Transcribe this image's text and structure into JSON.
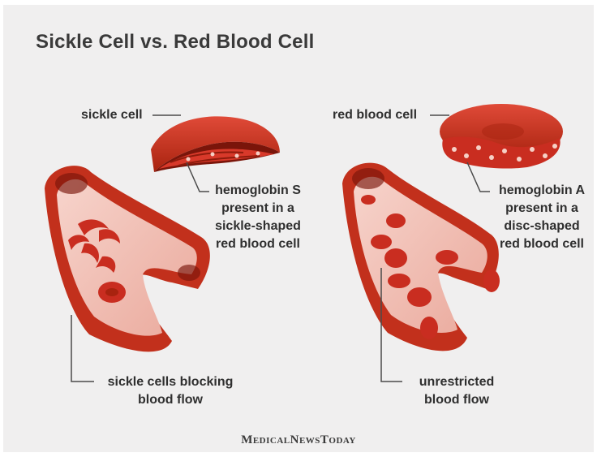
{
  "title": "Sickle Cell vs. Red Blood Cell",
  "left": {
    "cell_label": "sickle cell",
    "hb_line1": "hemoglobin S",
    "hb_line2": "present in a",
    "hb_line3": "sickle-shaped",
    "hb_line4": "red blood cell",
    "flow_line1": "sickle cells blocking",
    "flow_line2": "blood flow"
  },
  "right": {
    "cell_label": "red blood cell",
    "hb_line1": "hemoglobin A",
    "hb_line2": "present in a",
    "hb_line3": "disc-shaped",
    "hb_line4": "red blood cell",
    "flow_line1": "unrestricted",
    "flow_line2": "blood flow"
  },
  "brand": "MedicalNewsToday",
  "colors": {
    "background": "#f0efef",
    "vessel_dark": "#b32a17",
    "vessel_mid": "#d9392a",
    "vessel_inner": "#f3c2b8",
    "cell": "#c92d20",
    "text": "#2f2f2f"
  }
}
